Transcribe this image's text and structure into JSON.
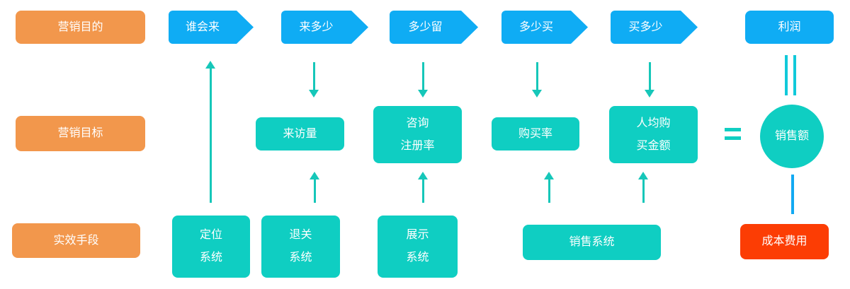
{
  "colors": {
    "orange": "#F2974C",
    "blue": "#0FACF4",
    "teal": "#0FCEC2",
    "arrow": "#16C7B9",
    "cyan": "#10C9DA",
    "red": "#FC3D04",
    "blueline": "#12A9F2",
    "white": "#FFFFFF"
  },
  "rows": {
    "purpose": {
      "label": "营销目的"
    },
    "target": {
      "label": "营销目标"
    },
    "means": {
      "label": "实效手段"
    }
  },
  "funnel": {
    "steps": [
      {
        "label": "谁会来"
      },
      {
        "label": "来多少"
      },
      {
        "label": "多少留"
      },
      {
        "label": "多少买"
      },
      {
        "label": "买多少"
      }
    ],
    "profit": {
      "label": "利润"
    }
  },
  "metrics": {
    "visits": {
      "label": "来访量"
    },
    "consult_register": {
      "line1": "咨询",
      "line2": "注册率"
    },
    "purchase_rate": {
      "label": "购买率"
    },
    "avg_purchase": {
      "line1": "人均购",
      "line2": "买金额"
    },
    "sales": {
      "label": "销售额"
    },
    "equals_symbol": "="
  },
  "systems": {
    "positioning": {
      "line1": "定位",
      "line2": "系统"
    },
    "withdraw": {
      "line1": "退关",
      "line2": "系统"
    },
    "display": {
      "line1": "展示",
      "line2": "系统"
    },
    "sales_system": {
      "label": "销售系统"
    },
    "cost": {
      "label": "成本费用"
    }
  }
}
